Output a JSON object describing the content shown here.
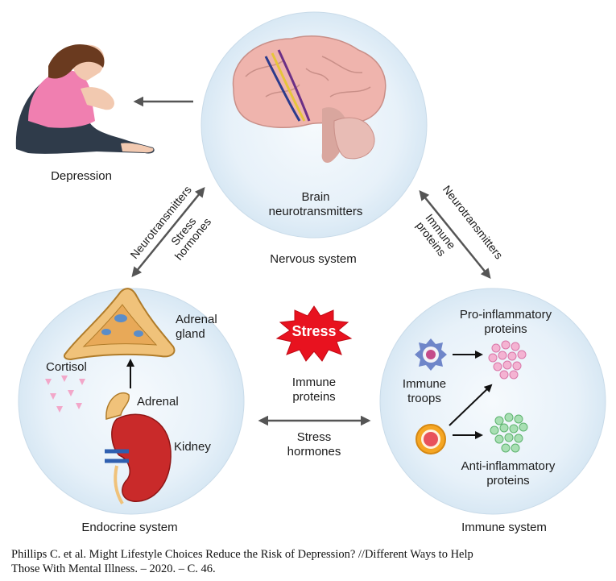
{
  "nodes": {
    "depression": "Depression",
    "nervous": {
      "sublabel_line1": "Brain",
      "sublabel_line2": "neurotransmitters",
      "title": "Nervous system"
    },
    "endocrine": {
      "title": "Endocrine system",
      "adrenal_gland_line1": "Adrenal",
      "adrenal_gland_line2": "gland",
      "cortisol": "Cortisol",
      "adrenal": "Adrenal",
      "kidney": "Kidney"
    },
    "immune": {
      "title": "Immune system",
      "pro_line1": "Pro-inflammatory",
      "pro_line2": "proteins",
      "troops_line1": "Immune",
      "troops_line2": "troops",
      "anti_line1": "Anti-inflammatory",
      "anti_line2": "proteins"
    }
  },
  "edges": {
    "left_outer": "Neurotransmitters",
    "left_inner_line1": "Stress",
    "left_inner_line2": "hormones",
    "right_outer": "Neurotransmitters",
    "right_inner_line1": "Immune",
    "right_inner_line2": "proteins",
    "bottom_top_line1": "Immune",
    "bottom_top_line2": "proteins",
    "bottom_bottom_line1": "Stress",
    "bottom_bottom_line2": "hormones"
  },
  "stress_badge": "Stress",
  "caption_line1": "Phillips C. et al. Might Lifestyle Choices Reduce the Risk of Depression? //Different Ways to Help",
  "caption_line2": "Those With Mental Illness. – 2020. – C. 46.",
  "colors": {
    "circle_fill": "#e6f1fa",
    "arrow": "#555555",
    "stress_red": "#e8121f",
    "brain_pink": "#efb4ad",
    "kidney_red": "#c92a2a",
    "pro_pink": "#e68bb8",
    "anti_green": "#7fcc8e"
  }
}
